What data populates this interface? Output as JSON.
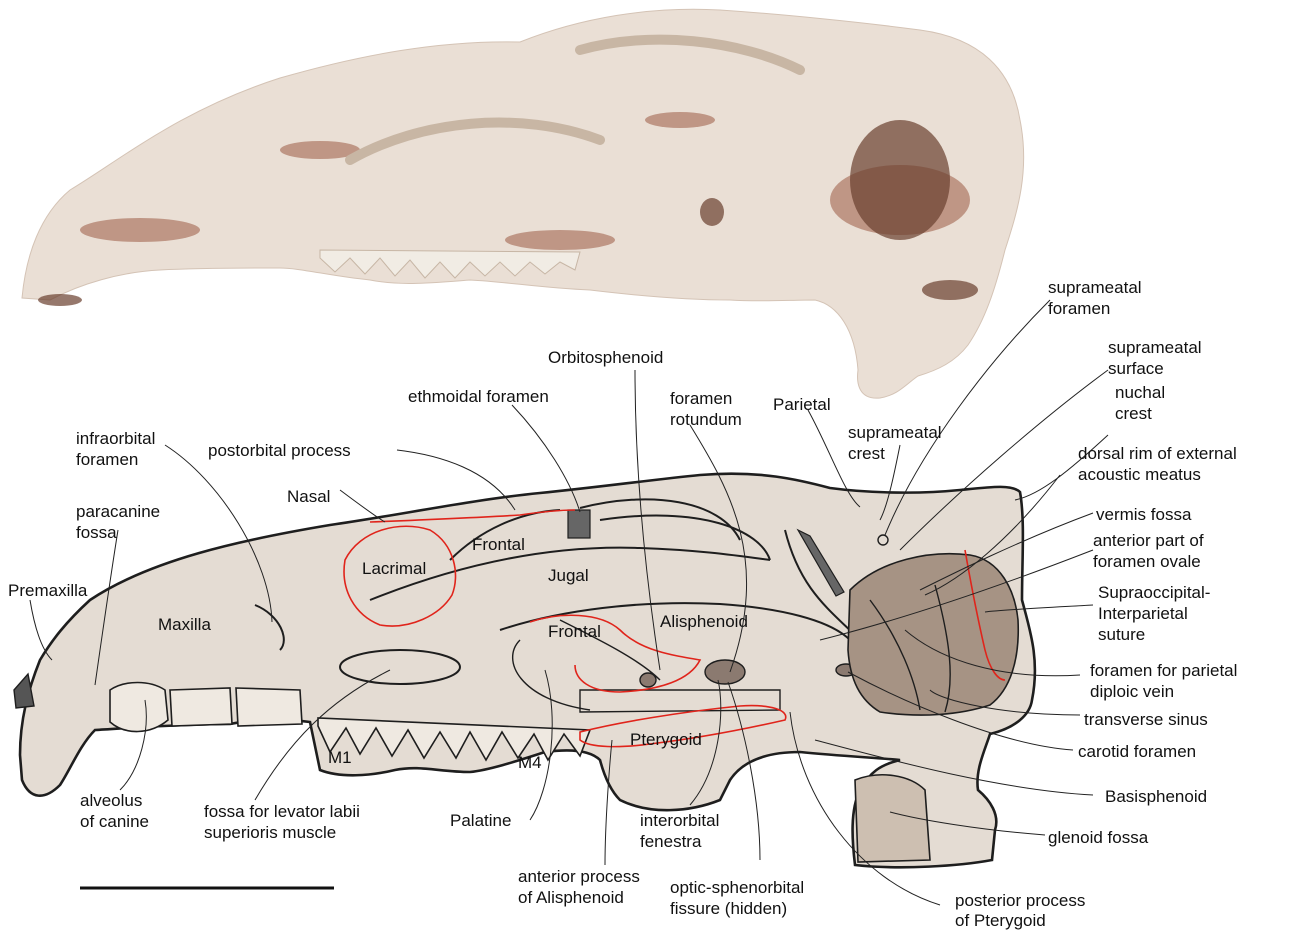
{
  "labels": {
    "suprameatal_foramen": [
      "suprameatal",
      "foramen"
    ],
    "suprameatal_surface": [
      "suprameatal",
      "surface"
    ],
    "nuchal_crest": [
      "nuchal",
      "crest"
    ],
    "orbitosphenoid": "Orbitosphenoid",
    "ethmoidal_foramen": "ethmoidal foramen",
    "foramen_rotundum": [
      "foramen",
      "rotundum"
    ],
    "parietal": "Parietal",
    "suprameatal_crest": [
      "suprameatal",
      "crest"
    ],
    "dorsal_rim": [
      "dorsal rim of external",
      "acoustic meatus"
    ],
    "infraorbital_foramen": [
      "infraorbital",
      "foramen"
    ],
    "postorbital_process": "postorbital process",
    "nasal": "Nasal",
    "vermis_fossa": "vermis fossa",
    "anterior_part_foramen_ovale": [
      "anterior part of",
      "foramen ovale"
    ],
    "paracanine_fossa": [
      "paracanine",
      "fossa"
    ],
    "frontal_upper": "Frontal",
    "lacrimal": "Lacrimal",
    "jugal": "Jugal",
    "supraoccipital_interparietal": [
      "Supraoccipital-",
      "Interparietal",
      "suture"
    ],
    "premaxilla": "Premaxilla",
    "maxilla": "Maxilla",
    "frontal_lower": "Frontal",
    "alisphenoid": "Alisphenoid",
    "foramen_parietal_diploic": [
      "foramen for parietal",
      "diploic vein"
    ],
    "transverse_sinus": "transverse sinus",
    "pterygoid": "Pterygoid",
    "carotid_foramen": "carotid foramen",
    "m1": "M1",
    "m4": "M4",
    "basisphenoid": "Basisphenoid",
    "alveolus_canine": [
      "alveolus",
      "of canine"
    ],
    "fossa_levator": [
      "fossa for levator labii",
      "superioris muscle"
    ],
    "palatine": "Palatine",
    "interorbital_fenestra": [
      "interorbital",
      "fenestra"
    ],
    "glenoid_fossa": "glenoid fossa",
    "anterior_process_alisphenoid": [
      "anterior process",
      "of Alisphenoid"
    ],
    "optic_sphenorbital": [
      "optic-sphenorbital",
      "fissure (hidden)"
    ],
    "posterior_process_pterygoid": [
      "posterior process",
      "of Pterygoid"
    ]
  },
  "colors": {
    "suture_line": "#e0241b",
    "bone_fill": "#e4dcd3",
    "outline": "#1e1e1e"
  }
}
